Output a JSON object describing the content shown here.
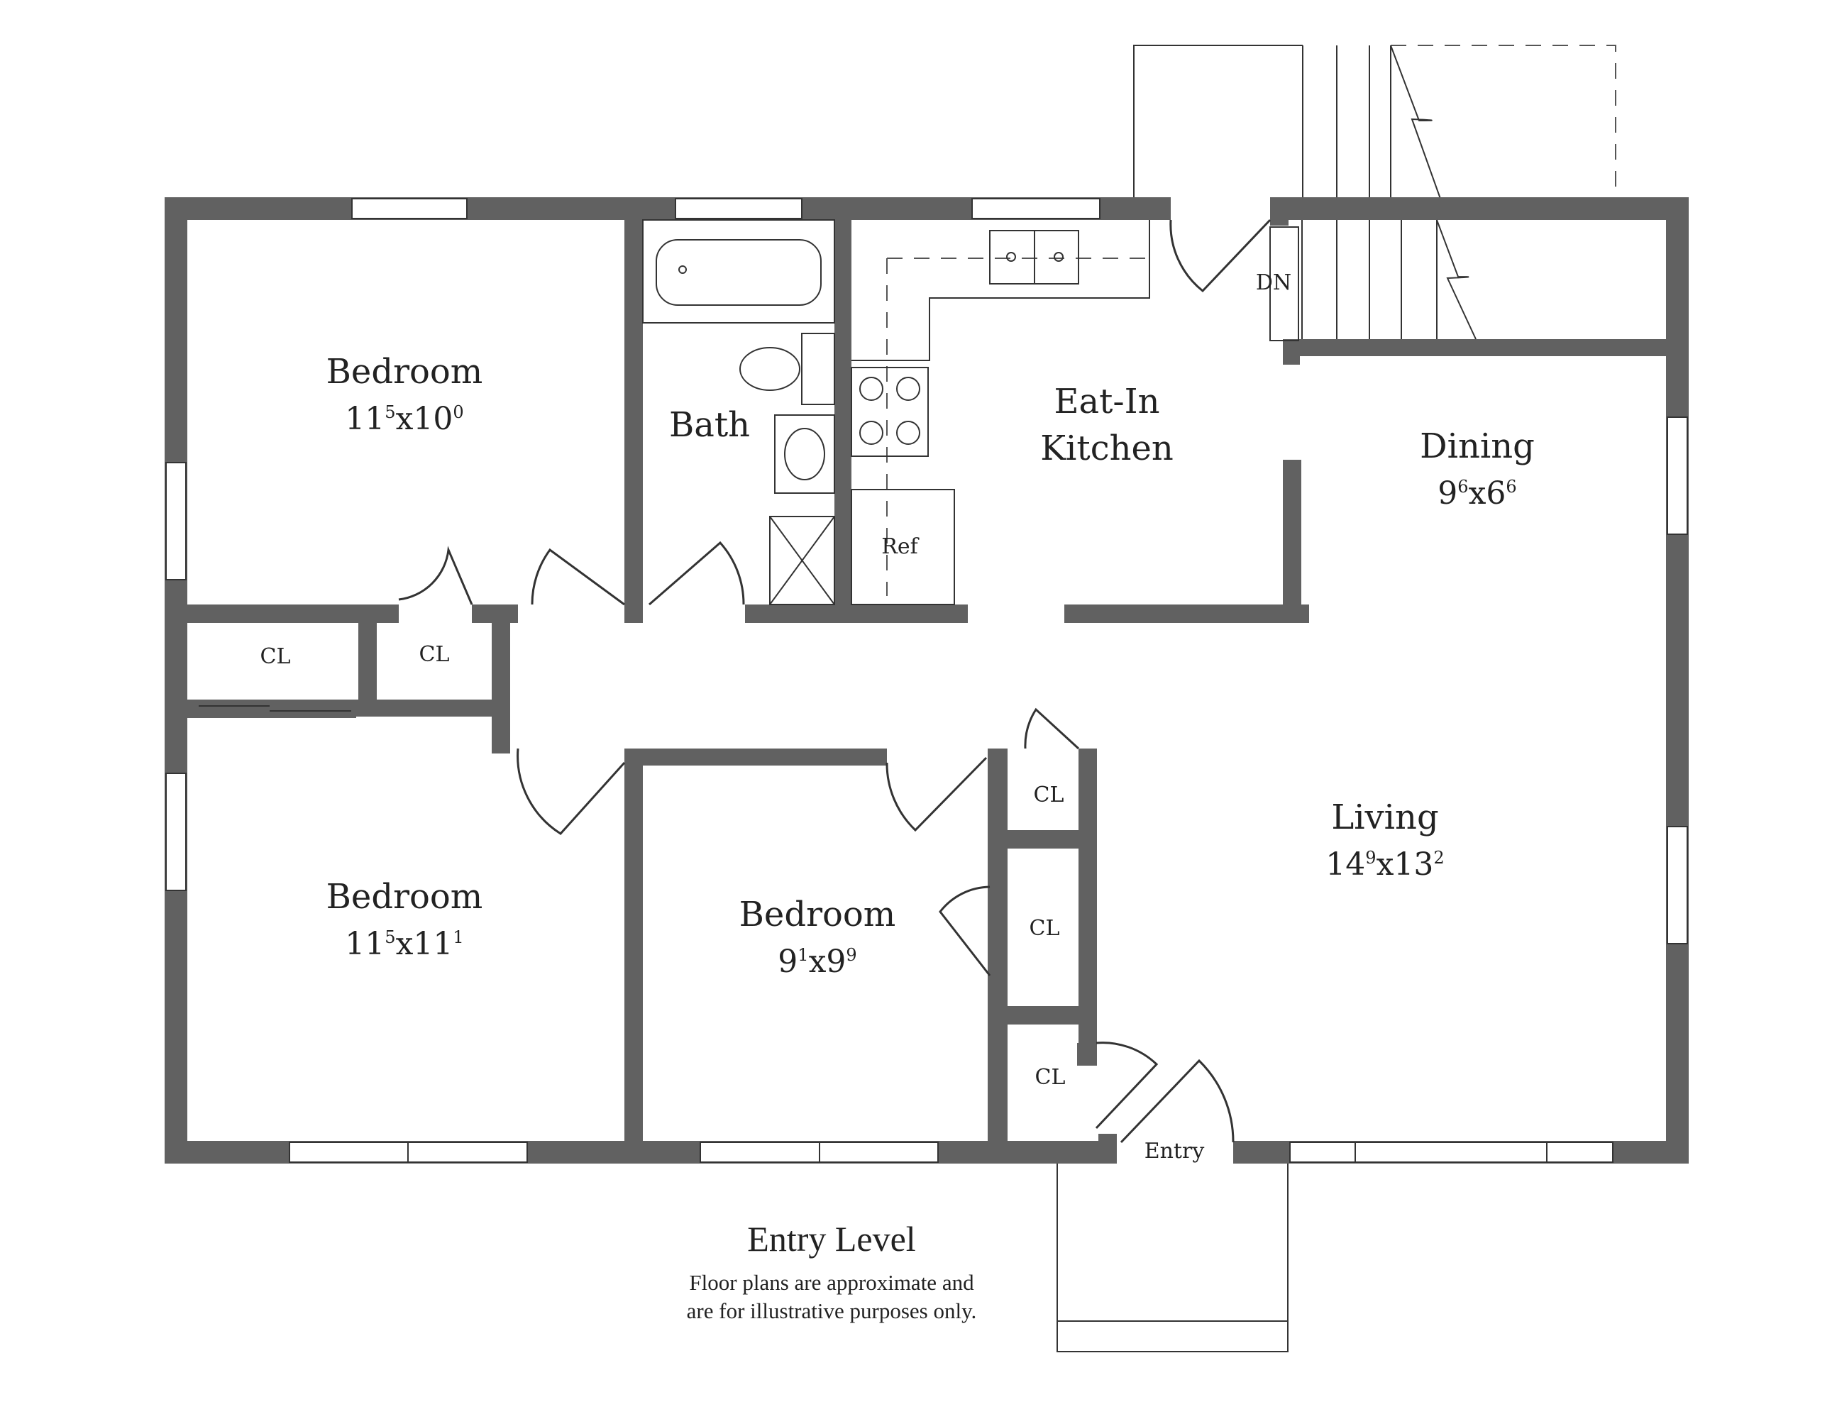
{
  "plan": {
    "title": "Entry Level",
    "disclaimer_line1": "Floor plans are approximate and",
    "disclaimer_line2": "are for illustrative purposes only.",
    "wall_color": "#616161"
  },
  "rooms": {
    "bedroom_1": {
      "label": "Bedroom",
      "dim_a": "11",
      "dim_a_sup": "5",
      "dim_b": "10",
      "dim_b_sup": "0"
    },
    "bedroom_2": {
      "label": "Bedroom",
      "dim_a": "11",
      "dim_a_sup": "5",
      "dim_b": "11",
      "dim_b_sup": "1"
    },
    "bedroom_3": {
      "label": "Bedroom",
      "dim_a": "9",
      "dim_a_sup": "1",
      "dim_b": "9",
      "dim_b_sup": "9"
    },
    "bath": {
      "label": "Bath"
    },
    "kitchen": {
      "label_line1": "Eat-In",
      "label_line2": "Kitchen"
    },
    "dining": {
      "label": "Dining",
      "dim_a": "9",
      "dim_a_sup": "6",
      "dim_b": "6",
      "dim_b_sup": "6"
    },
    "living": {
      "label": "Living",
      "dim_a": "14",
      "dim_a_sup": "9",
      "dim_b": "13",
      "dim_b_sup": "2"
    },
    "entry": {
      "label": "Entry"
    }
  },
  "fixtures": {
    "refrigerator": "Ref",
    "stairs_down": "DN",
    "closet": "CL",
    "dimension_separator": "x"
  }
}
